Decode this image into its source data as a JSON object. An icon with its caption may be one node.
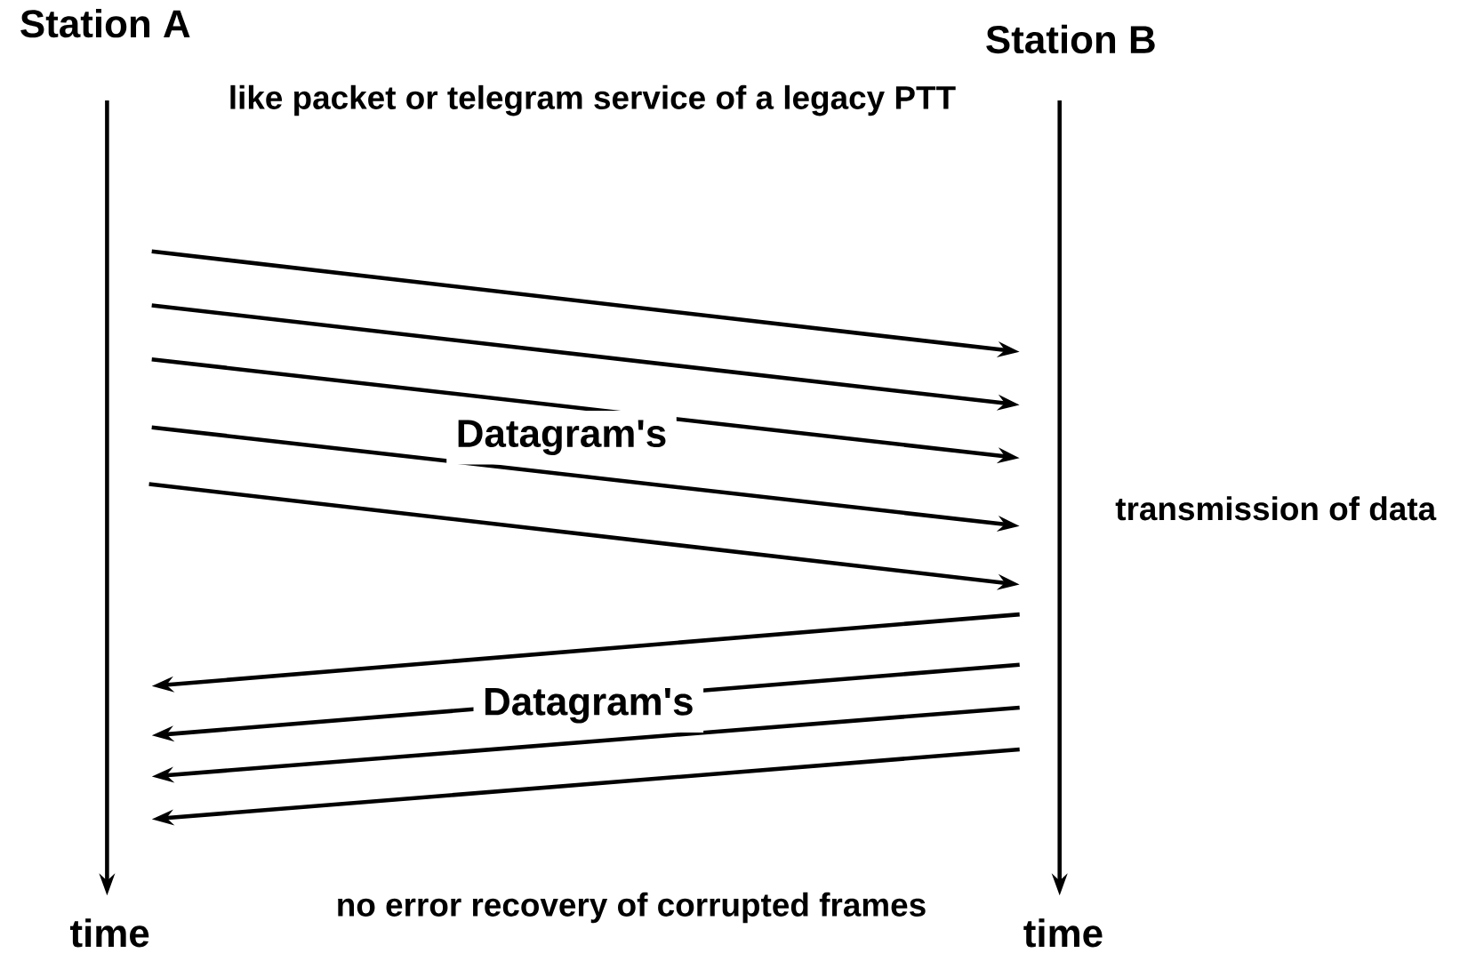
{
  "diagram": {
    "labels": [
      "Station A",
      "Station B",
      "like packet or telegram service of a legacy PTT",
      "Datagram's",
      "transmission of data",
      "Datagram's",
      "time",
      "no error recovery of corrupted frames",
      "time"
    ]
  }
}
